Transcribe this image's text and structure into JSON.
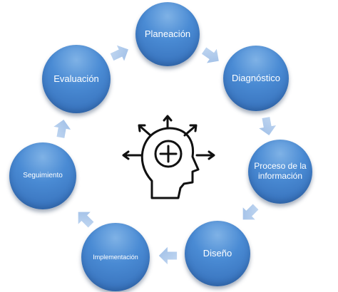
{
  "diagram": {
    "colors": {
      "node_fill": "#4a8bd4",
      "node_text": "#ffffff",
      "arrow_fill": "#a9c7ea",
      "icon_stroke": "#111111"
    },
    "center_icon": "head-with-plus-and-outward-arrows-icon",
    "nodes": [
      {
        "id": "planeacion",
        "label": "Planeación"
      },
      {
        "id": "diagnostico",
        "label": "Diagnóstico"
      },
      {
        "id": "proceso",
        "label": "Proceso de la información"
      },
      {
        "id": "diseno",
        "label": "Diseño"
      },
      {
        "id": "implementacion",
        "label": "Implementación"
      },
      {
        "id": "seguimiento",
        "label": "Seguimiento"
      },
      {
        "id": "evaluacion",
        "label": "Evaluación"
      }
    ],
    "flow": [
      {
        "from": "planeacion",
        "to": "diagnostico"
      },
      {
        "from": "diagnostico",
        "to": "proceso"
      },
      {
        "from": "proceso",
        "to": "diseno"
      },
      {
        "from": "diseno",
        "to": "implementacion"
      },
      {
        "from": "implementacion",
        "to": "seguimiento"
      },
      {
        "from": "seguimiento",
        "to": "evaluacion"
      },
      {
        "from": "evaluacion",
        "to": "planeacion"
      }
    ]
  }
}
